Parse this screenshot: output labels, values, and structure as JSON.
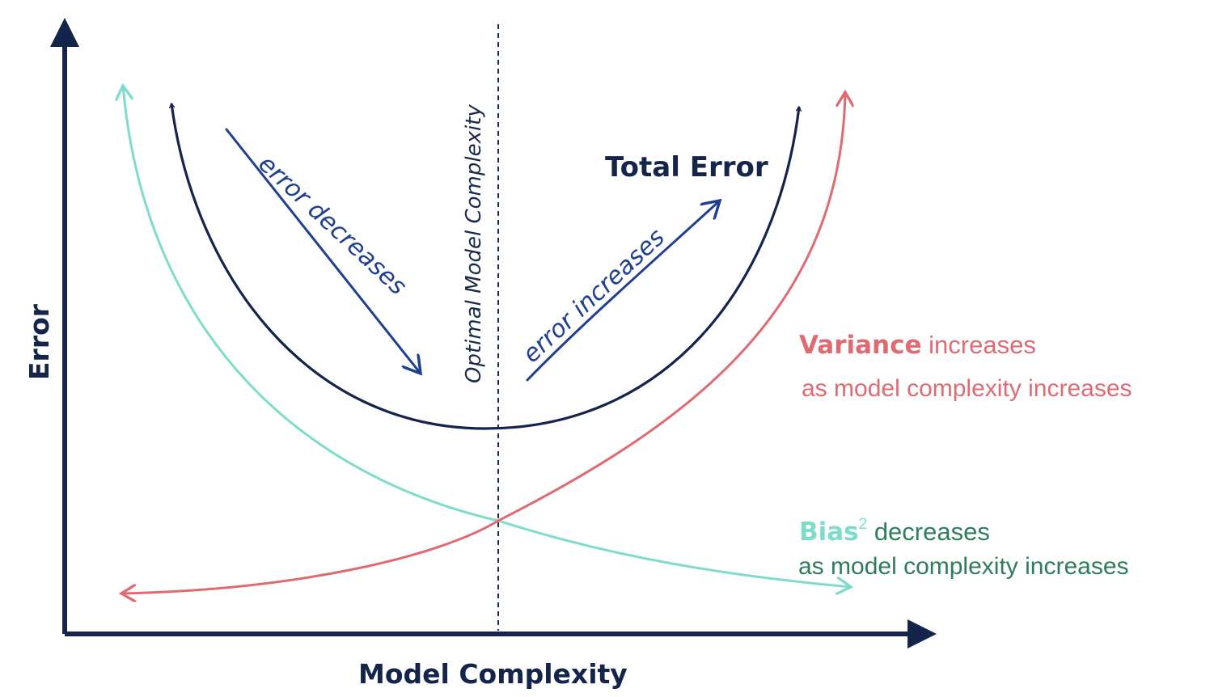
{
  "axes": {
    "x_label": "Model Complexity",
    "y_label": "Error"
  },
  "optimal_line": {
    "label": "Optimal Model Complexity"
  },
  "curves": {
    "total_error": {
      "label": "Total Error",
      "color": "#14244a"
    },
    "variance": {
      "color": "#e06a72"
    },
    "bias": {
      "color": "#7fdccb"
    }
  },
  "annotations": {
    "error_decreases": "error decreases",
    "error_increases": "error increases",
    "annotation_color": "#1f3f8f"
  },
  "variance_note": {
    "word": "Variance",
    "verb": " increases",
    "line2": "as model complexity increases",
    "color": "#e06a72"
  },
  "bias_note": {
    "word": "Bias",
    "sup": "2",
    "verb": " decreases",
    "line2": "as model complexity increases",
    "word_color": "#7fdccb",
    "text_color": "#2e7d5b"
  }
}
